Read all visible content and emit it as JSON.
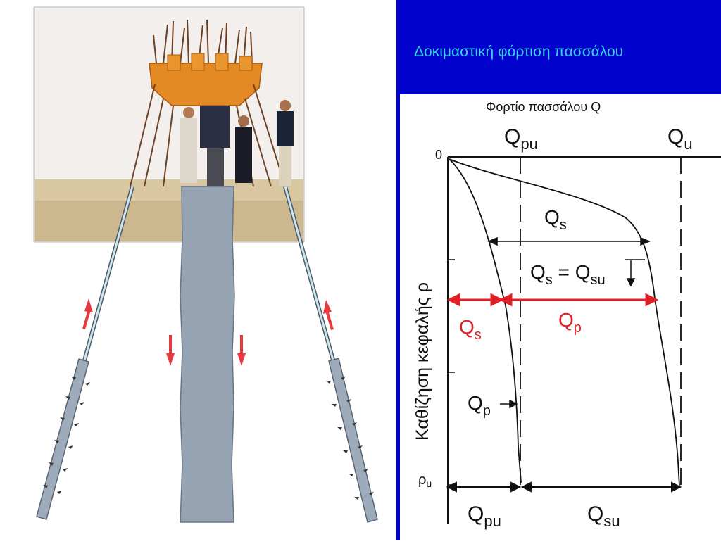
{
  "slide": {
    "title": "Δοκιμαστική φόρτιση πασσάλου",
    "colors": {
      "background_right": "#0202ce",
      "title": "#35d3f5",
      "red_annotation": "#e11f26"
    }
  },
  "diagram": {
    "top_axis_label": "Φορτίο πασσάλου  Q",
    "left_axis_label": "Καθίζηση κεφαλής  ρ",
    "origin_label": "0",
    "rho_u": {
      "base": "ρ",
      "sub": "u"
    },
    "Qpu_top": {
      "base": "Q",
      "sub": "pu"
    },
    "Qu_top": {
      "base": "Q",
      "sub": "u"
    },
    "Qs_label": {
      "base": "Q",
      "sub": "s"
    },
    "Qs_eq": {
      "a_base": "Q",
      "a_sub": "s",
      "eq": " = ",
      "b_base": "Q",
      "b_sub": "su"
    },
    "Qs_red": {
      "base": "Q",
      "sub": "s"
    },
    "Qp_red": {
      "base": "Q",
      "sub": "p"
    },
    "Qp_label": {
      "base": "Q",
      "sub": "p"
    },
    "Qpu_bottom": {
      "base": "Q",
      "sub": "pu"
    },
    "Qsu_bottom": {
      "base": "Q",
      "sub": "su"
    }
  },
  "illustration": {
    "icons": [
      "pile-test-photo",
      "test-pile-shaft",
      "anchor-pile-left",
      "anchor-pile-right",
      "friction-arrow-up",
      "friction-arrow-down"
    ]
  }
}
